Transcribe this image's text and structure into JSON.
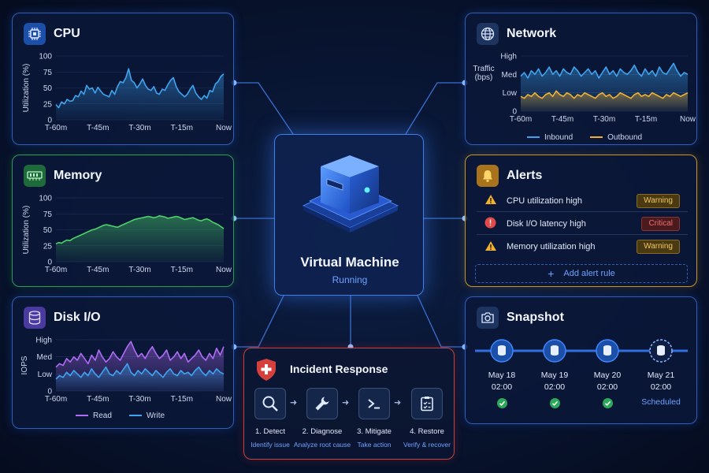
{
  "center": {
    "title": "Virtual Machine",
    "status": "Running"
  },
  "cpu": {
    "title": "CPU",
    "icon": "cpu-chip-icon",
    "color": "#3fa4f0",
    "chart_data": {
      "type": "area",
      "title": "CPU",
      "ylabel": "Utilization (%)",
      "yticks": [
        "100",
        "75",
        "50",
        "25",
        "0"
      ],
      "ylim": [
        0,
        100
      ],
      "xticks": [
        "T-60m",
        "T-45m",
        "T-30m",
        "T-15m",
        "Now"
      ],
      "series": [
        {
          "values": [
            24,
            19,
            28,
            25,
            32,
            29,
            30,
            38,
            36,
            45,
            40,
            54,
            48,
            50,
            42,
            51,
            45,
            40,
            38,
            36,
            46,
            40,
            52,
            60,
            58,
            66,
            80,
            62,
            58,
            50,
            56,
            64,
            54,
            48,
            46,
            52,
            42,
            40,
            48,
            46,
            55,
            62,
            66,
            52,
            44,
            40,
            36,
            40,
            48,
            54,
            42,
            36,
            32,
            38,
            34,
            46,
            44,
            56,
            60,
            68,
            72
          ]
        }
      ]
    }
  },
  "memory": {
    "title": "Memory",
    "icon": "memory-module-icon",
    "color": "#4cd36a",
    "chart_data": {
      "type": "area",
      "title": "Memory",
      "ylabel": "Utilization (%)",
      "yticks": [
        "100",
        "75",
        "50",
        "25",
        "0"
      ],
      "ylim": [
        0,
        100
      ],
      "xticks": [
        "T-60m",
        "T-45m",
        "T-30m",
        "T-15m",
        "Now"
      ],
      "series": [
        {
          "values": [
            28,
            30,
            29,
            32,
            34,
            33,
            36,
            38,
            40,
            42,
            44,
            46,
            48,
            50,
            51,
            53,
            55,
            57,
            58,
            57,
            56,
            55,
            54,
            56,
            58,
            60,
            62,
            64,
            66,
            67,
            68,
            69,
            70,
            71,
            70,
            69,
            70,
            72,
            71,
            70,
            68,
            69,
            70,
            71,
            70,
            68,
            66,
            67,
            68,
            69,
            67,
            65,
            64,
            66,
            67,
            65,
            62,
            60,
            58,
            55,
            52
          ]
        }
      ]
    }
  },
  "disk": {
    "title": "Disk I/O",
    "icon": "database-icon",
    "chart_data": {
      "type": "area",
      "title": "Disk I/O",
      "ylabel": "IOPS",
      "yticks": [
        "High",
        "Med",
        "Low",
        "0"
      ],
      "ylim": [
        0,
        3
      ],
      "xticks": [
        "T-60m",
        "T-45m",
        "T-30m",
        "T-15m",
        "Now"
      ],
      "series": [
        {
          "name": "Read",
          "color": "#b06cf5",
          "values": [
            1.4,
            1.6,
            1.5,
            1.9,
            1.7,
            2.0,
            1.8,
            2.2,
            1.9,
            1.6,
            2.1,
            1.8,
            2.4,
            2.0,
            1.7,
            1.9,
            2.3,
            2.0,
            1.8,
            2.2,
            2.6,
            2.9,
            2.4,
            2.0,
            2.2,
            1.9,
            2.3,
            2.6,
            2.2,
            1.9,
            2.1,
            2.4,
            1.8,
            2.0,
            2.3,
            1.9,
            2.2,
            1.7,
            1.9,
            2.1,
            2.4,
            2.0,
            1.8,
            2.2,
            1.9,
            2.5,
            2.1,
            2.6
          ]
        },
        {
          "name": "Write",
          "color": "#3fa4f0",
          "values": [
            0.7,
            0.9,
            0.8,
            1.1,
            0.9,
            1.2,
            1.0,
            0.8,
            1.1,
            0.9,
            1.3,
            1.0,
            0.8,
            1.1,
            1.4,
            1.0,
            0.9,
            1.2,
            1.0,
            1.3,
            1.6,
            1.1,
            0.9,
            1.2,
            1.0,
            1.3,
            1.1,
            0.9,
            1.2,
            1.0,
            0.8,
            1.1,
            1.3,
            1.0,
            0.9,
            1.2,
            1.0,
            1.1,
            0.9,
            1.2,
            1.4,
            1.1,
            0.9,
            1.2,
            1.0,
            1.3,
            1.1,
            1.0
          ]
        }
      ]
    }
  },
  "network": {
    "title": "Network",
    "icon": "globe-icon",
    "chart_data": {
      "type": "line",
      "title": "Network",
      "ylabel": "Traffic (bps)",
      "yticks": [
        "High",
        "Med",
        "Low",
        "0"
      ],
      "ylim": [
        0,
        3
      ],
      "xticks": [
        "T-60m",
        "T-45m",
        "T-30m",
        "T-15m",
        "Now"
      ],
      "series": [
        {
          "name": "Inbound",
          "color": "#3fa4f0",
          "values": [
            1.9,
            2.1,
            1.8,
            2.2,
            2.0,
            2.3,
            1.9,
            2.1,
            2.4,
            2.0,
            2.2,
            1.9,
            2.3,
            2.1,
            2.0,
            2.4,
            2.2,
            1.9,
            2.1,
            2.3,
            2.0,
            2.2,
            1.8,
            2.1,
            2.4,
            2.0,
            2.2,
            1.9,
            2.3,
            2.1,
            2.0,
            2.2,
            2.5,
            2.1,
            1.9,
            2.3,
            2.0,
            2.2,
            1.9,
            2.4,
            2.1,
            2.0,
            2.3,
            2.6,
            2.2,
            1.9,
            2.1,
            2.0
          ]
        },
        {
          "name": "Outbound",
          "color": "#f0b030",
          "values": [
            0.8,
            0.7,
            0.9,
            0.8,
            1.0,
            0.8,
            0.7,
            0.9,
            1.0,
            0.8,
            1.1,
            0.9,
            0.8,
            1.0,
            0.9,
            0.7,
            0.9,
            0.8,
            1.0,
            0.9,
            0.8,
            0.7,
            0.9,
            1.0,
            0.8,
            0.9,
            0.7,
            0.8,
            1.0,
            0.9,
            0.8,
            0.7,
            0.9,
            1.0,
            0.8,
            0.9,
            0.8,
            1.0,
            0.9,
            0.8,
            0.7,
            0.9,
            0.8,
            1.0,
            0.9,
            0.8,
            0.9,
            1.0
          ]
        }
      ]
    }
  },
  "alerts": {
    "title": "Alerts",
    "icon": "bell-icon",
    "items": [
      {
        "text": "CPU utilization high",
        "level": "Warning",
        "icon": "warning-triangle-icon"
      },
      {
        "text": "Disk I/O latency high",
        "level": "Critical",
        "icon": "critical-circle-icon"
      },
      {
        "text": "Memory utilization high",
        "level": "Warning",
        "icon": "warning-triangle-icon"
      }
    ],
    "add_rule": "Add alert rule"
  },
  "snapshot": {
    "title": "Snapshot",
    "icon": "camera-icon",
    "items": [
      {
        "date": "May 18",
        "time": "02:00",
        "status": "done"
      },
      {
        "date": "May 19",
        "time": "02:00",
        "status": "done"
      },
      {
        "date": "May 20",
        "time": "02:00",
        "status": "done"
      },
      {
        "date": "May 21",
        "time": "02:00",
        "status": "Scheduled"
      }
    ]
  },
  "incident": {
    "title": "Incident Response",
    "icon": "shield-plus-icon",
    "steps": [
      {
        "title": "1. Detect",
        "sub": "Identify issue",
        "icon": "magnifier-icon"
      },
      {
        "title": "2. Diagnose",
        "sub": "Analyze root cause",
        "icon": "wrench-icon"
      },
      {
        "title": "3. Mitigate",
        "sub": "Take action",
        "icon": "terminal-icon"
      },
      {
        "title": "4. Restore",
        "sub": "Verify & recover",
        "icon": "checklist-icon"
      }
    ]
  },
  "colors": {
    "accent_blue": "#3fa4f0",
    "memory_green": "#4cd36a",
    "warning": "#f3c55a",
    "critical": "#f07070",
    "panel_border": "#2f5fb8"
  }
}
